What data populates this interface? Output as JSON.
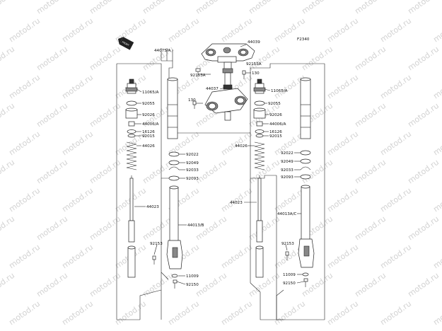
{
  "figure_code": "F2340",
  "watermark_text": "motod.ru",
  "front_badge": "FRONT",
  "labels": {
    "l44075": "44075/A",
    "l44039": "44039",
    "l92153a_top": "92153A",
    "l92153a_left": "92153A",
    "l130_right": "130",
    "l130_left": "130",
    "l44037": "44037",
    "l11065_left": "11065/A",
    "l11065_right": "11065/A",
    "l92055_left": "92055",
    "l92055_right": "92055",
    "l92026_left": "92026",
    "l92026_right": "92026",
    "l44006_left": "44006/A",
    "l44006_right": "44006/A",
    "l16126_left": "16126",
    "l16126_right": "16126",
    "l92015_left": "92015",
    "l92015_right": "92015",
    "l44026_left": "44026",
    "l44026_right": "44026",
    "l92022_left": "92022",
    "l92022_right": "92022",
    "l92049_left": "92049",
    "l92049_right": "92049",
    "l92033_left": "92033",
    "l92033_right": "92033",
    "l92093_left": "92093",
    "l92093_right": "92093",
    "l44023_left": "44023",
    "l44023_right": "44023",
    "l44013b": "44013/B",
    "l44013ac": "44013A/C",
    "l92153_left": "92153",
    "l92153_right": "92153",
    "l11009_left": "11009",
    "l11009_right": "11009",
    "l92150_left": "92150",
    "l92150_right": "92150"
  }
}
